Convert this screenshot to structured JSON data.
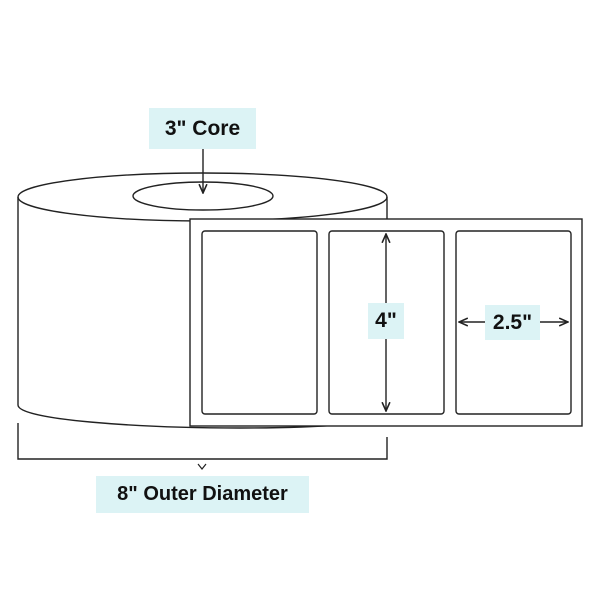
{
  "colors": {
    "label_bg": "#dcf3f5",
    "stroke": "#222222",
    "background": "#ffffff"
  },
  "labels": {
    "core": "3\" Core",
    "height": "4\"",
    "width": "2.5\"",
    "outer_diameter": "8\" Outer Diameter"
  }
}
